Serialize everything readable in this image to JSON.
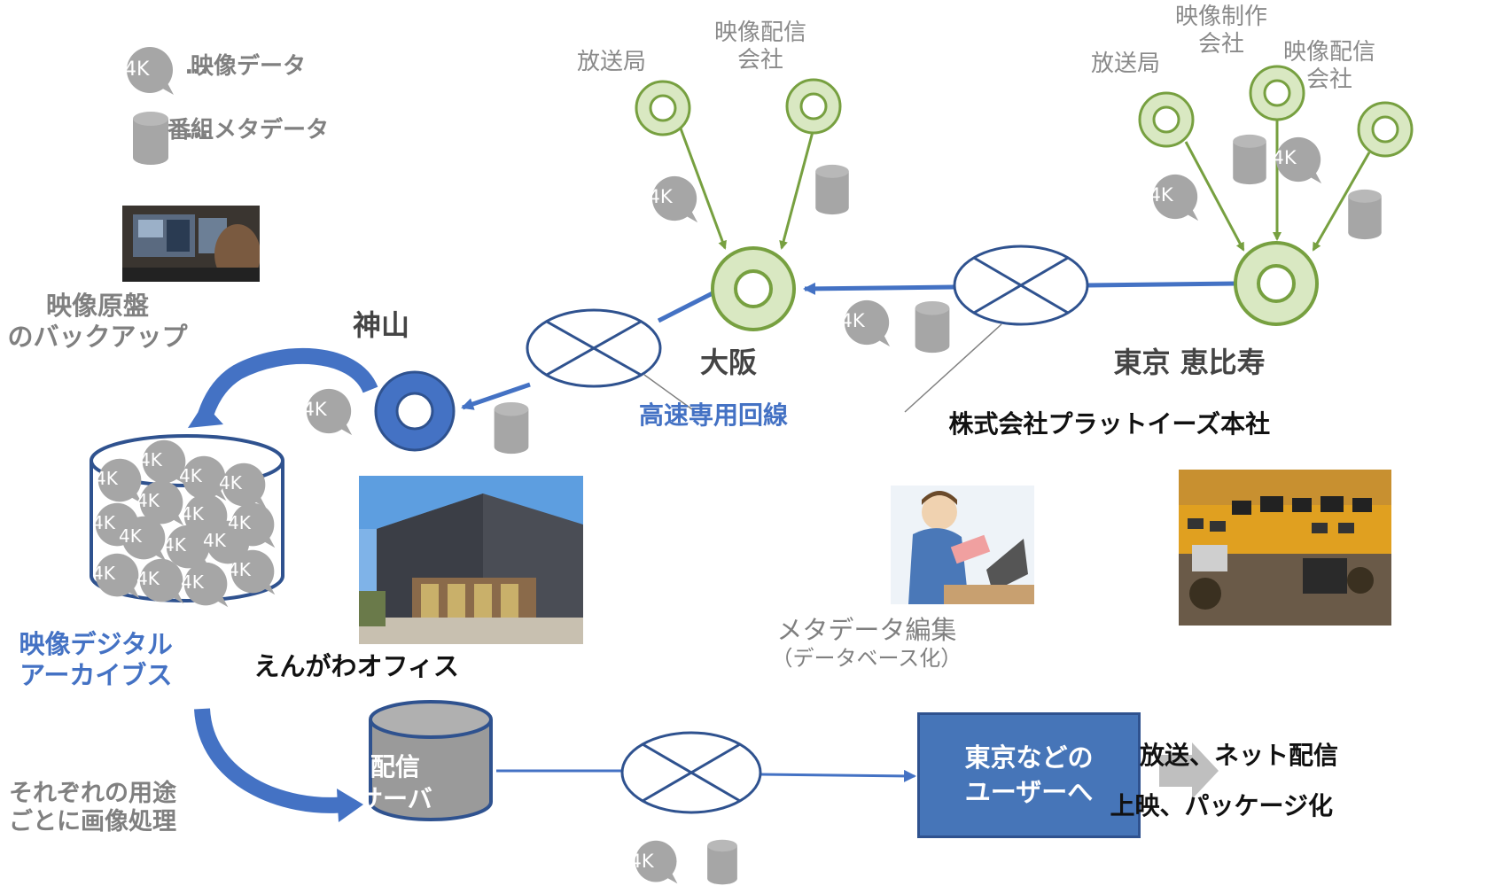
{
  "legend": {
    "video_data": "映像データ",
    "metadata": "番組メタデータ",
    "ellipsis": "…",
    "badge": "4K"
  },
  "nodes": {
    "kamiyama": "神山",
    "osaka": "大阪",
    "tokyo": "東京 恵比寿",
    "tokyo_hq": "株式会社プラットイーズ本社"
  },
  "sources": {
    "osaka_broadcaster": "放送局",
    "osaka_distributor": [
      "映像配信",
      "会社"
    ],
    "tokyo_broadcaster": "放送局",
    "tokyo_producer": [
      "映像制作",
      "会社"
    ],
    "tokyo_distributor": [
      "映像配信",
      "会社"
    ]
  },
  "line_label": "高速専用回線",
  "backup_label": [
    "映像原盤",
    "のバックアップ"
  ],
  "archive_label": [
    "映像デジタル",
    "アーカイブス"
  ],
  "office_label": "えんがわオフィス",
  "metadata_edit": [
    "メタデータ編集",
    "（データベース化）"
  ],
  "processing_label": [
    "それぞれの用途",
    "ごとに画像処理"
  ],
  "server_label": [
    "配信",
    "サーバ"
  ],
  "destination": [
    "東京などの",
    "ユーザーへ"
  ],
  "outputs": [
    "放送、ネット配信",
    "上映、パッケージ化"
  ],
  "colors": {
    "green_fill": "#d9e8c2",
    "green_stroke": "#77a040",
    "blue_node": "#4472c4",
    "dark_blue": "#2f528f",
    "badge_gray": "#a6a6a6"
  }
}
